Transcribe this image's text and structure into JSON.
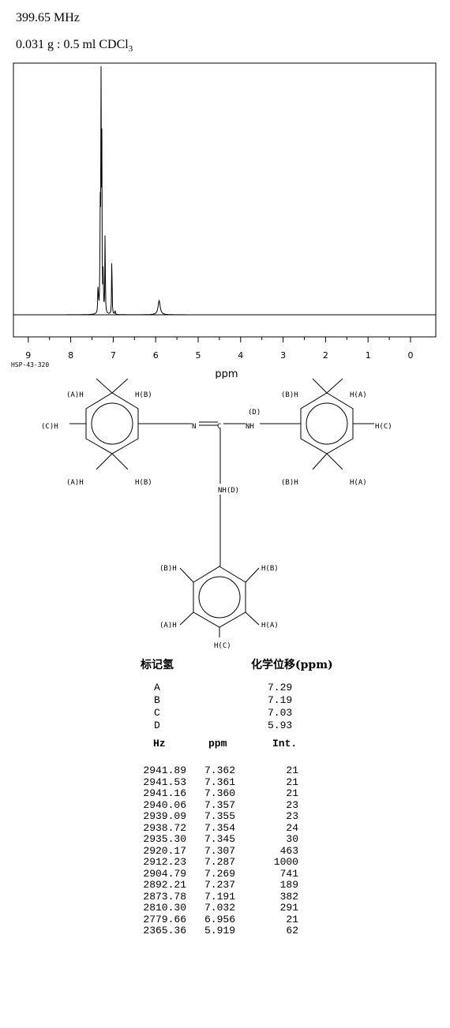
{
  "header": {
    "frequency": "399.65 MHz",
    "sample": "0.031 g : 0.5 ml CDCl",
    "sample_sub": "3"
  },
  "spectrum": {
    "xlabel": "ppm",
    "ticks": [
      "9",
      "8",
      "7",
      "6",
      "5",
      "4",
      "3",
      "2",
      "1",
      "0"
    ]
  },
  "code": "HSP-43-320",
  "structure": {
    "labels": {
      "a1": "(A)H",
      "b1": "H(B)",
      "c1": "(C)H",
      "a2": "(A)H",
      "b2": "H(B)",
      "n1": "N",
      "c": "C",
      "nh_d": "NH",
      "d": "(D)",
      "b3": "(B)H",
      "a3": "H(A)",
      "c3": "H(C)",
      "b4": "(B)H",
      "a4": "H(A)",
      "nhd2": "NH(D)",
      "b5": "(B)H",
      "b6": "H(B)",
      "a5": "(A)H",
      "a6": "H(A)",
      "c5": "H(C)"
    }
  },
  "assignment": {
    "col1": "标记氢",
    "col2": "化学位移(ppm)",
    "rows": [
      {
        "label": "A",
        "shift": "7.29"
      },
      {
        "label": "B",
        "shift": "7.19"
      },
      {
        "label": "C",
        "shift": "7.03"
      },
      {
        "label": "D",
        "shift": "5.93"
      }
    ]
  },
  "peak_table": {
    "headers": {
      "hz": "Hz",
      "ppm": "ppm",
      "int": "Int."
    },
    "rows": [
      {
        "hz": "2941.89",
        "ppm": "7.362",
        "int": "21"
      },
      {
        "hz": "2941.53",
        "ppm": "7.361",
        "int": "21"
      },
      {
        "hz": "2941.16",
        "ppm": "7.360",
        "int": "21"
      },
      {
        "hz": "2940.06",
        "ppm": "7.357",
        "int": "23"
      },
      {
        "hz": "2939.09",
        "ppm": "7.355",
        "int": "23"
      },
      {
        "hz": "2938.72",
        "ppm": "7.354",
        "int": "24"
      },
      {
        "hz": "2935.30",
        "ppm": "7.345",
        "int": "30"
      },
      {
        "hz": "2920.17",
        "ppm": "7.307",
        "int": "463"
      },
      {
        "hz": "2912.23",
        "ppm": "7.287",
        "int": "1000"
      },
      {
        "hz": "2904.79",
        "ppm": "7.269",
        "int": "741"
      },
      {
        "hz": "2892.21",
        "ppm": "7.237",
        "int": "189"
      },
      {
        "hz": "2873.78",
        "ppm": "7.191",
        "int": "382"
      },
      {
        "hz": "2810.30",
        "ppm": "7.032",
        "int": "291"
      },
      {
        "hz": "2779.66",
        "ppm": "6.956",
        "int": "21"
      },
      {
        "hz": "2365.36",
        "ppm": "5.919",
        "int": "62"
      }
    ]
  }
}
